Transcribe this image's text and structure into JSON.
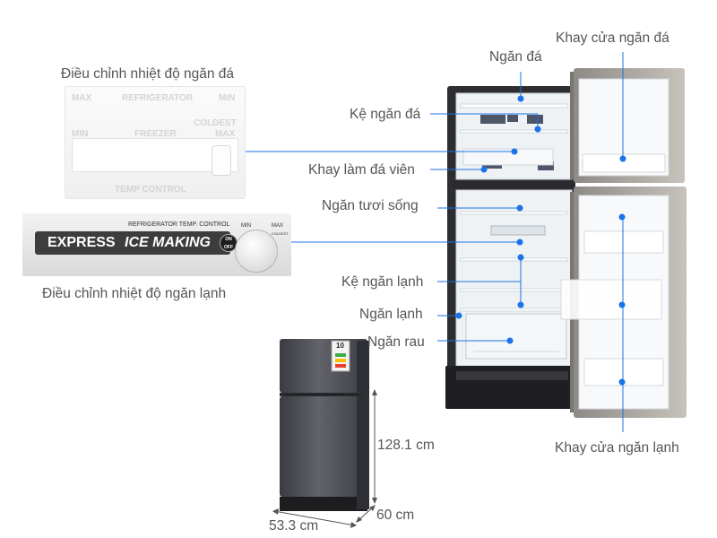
{
  "labels": {
    "ngan_da": "Ngăn đá",
    "khay_cua_ngan_da": "Khay cửa ngăn đá",
    "ke_ngan_da": "Kệ ngăn đá",
    "khay_lam_da_vien": "Khay làm đá viên",
    "ngan_tuoi_song": "Ngăn tươi sống",
    "ke_ngan_lanh": "Kệ ngăn lạnh",
    "ngan_lanh": "Ngăn lạnh",
    "ngan_rau": "Ngăn rau",
    "khay_cua_ngan_lanh": "Khay cửa ngăn lạnh"
  },
  "captions": {
    "freezer_control": "Điều chỉnh nhiệt độ ngăn đá",
    "fridge_control": "Điều chỉnh nhiệt độ ngăn lạnh"
  },
  "freezer_panel": {
    "max": "MAX",
    "refrigerator": "REFRIGERATOR",
    "min": "MIN",
    "coldest": "COLDEST",
    "min2": "MIN",
    "freezer": "FREEZER",
    "max2": "MAX",
    "temp_control": "TEMP CONTROL"
  },
  "fridge_panel": {
    "title": "REFRIGERATOR TEMP. CONTROL",
    "express": "EXPRESS",
    "ice_making": "ICE MAKING",
    "on": "ON",
    "off": "OFF",
    "min": "MIN",
    "max": "MAX",
    "coldest": "COLDEST",
    "energy_badge": "10"
  },
  "dimensions": {
    "height": "128.1 cm",
    "depth": "60 cm",
    "width": "53.3 cm"
  },
  "colors": {
    "callout_dot": "#1a73e8",
    "callout_line": "#1a73e8",
    "label_text": "#555555",
    "fridge_body": "#4a4a4f",
    "interior": "#eef2f5"
  }
}
